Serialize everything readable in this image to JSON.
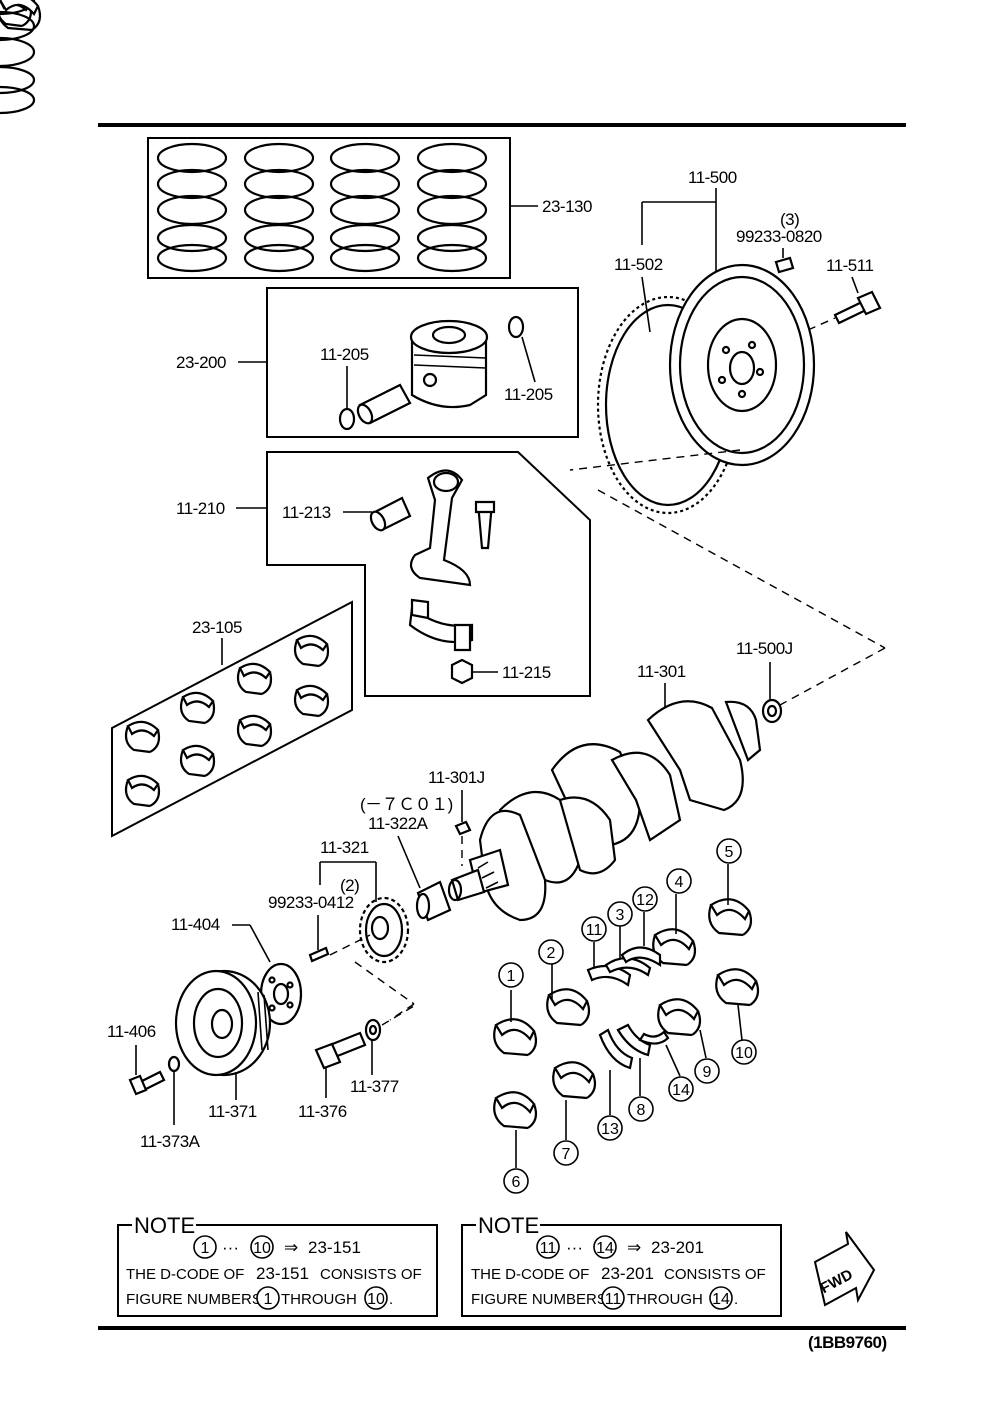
{
  "diagram": {
    "code": "(1BB9760)",
    "labels": {
      "rings": "23-130",
      "flywheel": "11-500",
      "ring_gear": "11-502",
      "dowel_qty": "(3)",
      "dowel": "99233-0820",
      "fly_bolt": "11-511",
      "piston_assy": "23-200",
      "clip_left": "11-205",
      "clip_right": "11-205",
      "rod_assy": "11-210",
      "rod_bush": "11-213",
      "rod_nut": "11-215",
      "rod_bearings": "23-105",
      "pilot_bearing": "11-500J",
      "crankshaft": "11-301",
      "crank_key": "11-301J",
      "gear_note": "(－７Ｃ０１)",
      "gear": "11-322A",
      "sprocket": "11-321",
      "key_qty": "(2)",
      "key": "99233-0412",
      "plate": "11-404",
      "pulley_bolt": "11-406",
      "pulley": "11-371",
      "washer_small": "11-373A",
      "bolt": "11-376",
      "washer": "11-377"
    },
    "callouts": [
      "1",
      "2",
      "3",
      "4",
      "5",
      "6",
      "7",
      "8",
      "9",
      "10",
      "11",
      "12",
      "13",
      "14"
    ],
    "notes": [
      {
        "title": "NOTE",
        "from": "1",
        "ellipsis": "···",
        "to": "10",
        "arrow": "⇒",
        "code": "23-151",
        "line2_a": "THE D-CODE OF",
        "line2_code": "23-151",
        "line2_b": "CONSISTS OF",
        "line3_a": "FIGURE NUMBERS",
        "line3_from": "1",
        "line3_mid": "THROUGH",
        "line3_to": "10",
        "line3_end": "."
      },
      {
        "title": "NOTE",
        "from": "11",
        "ellipsis": "···",
        "to": "14",
        "arrow": "⇒",
        "code": "23-201",
        "line2_a": "THE D-CODE OF",
        "line2_code": "23-201",
        "line2_b": "CONSISTS OF",
        "line3_a": "FIGURE NUMBERS",
        "line3_from": "11",
        "line3_mid": "THROUGH",
        "line3_to": "14",
        "line3_end": "."
      }
    ],
    "fwd": "FWD"
  }
}
